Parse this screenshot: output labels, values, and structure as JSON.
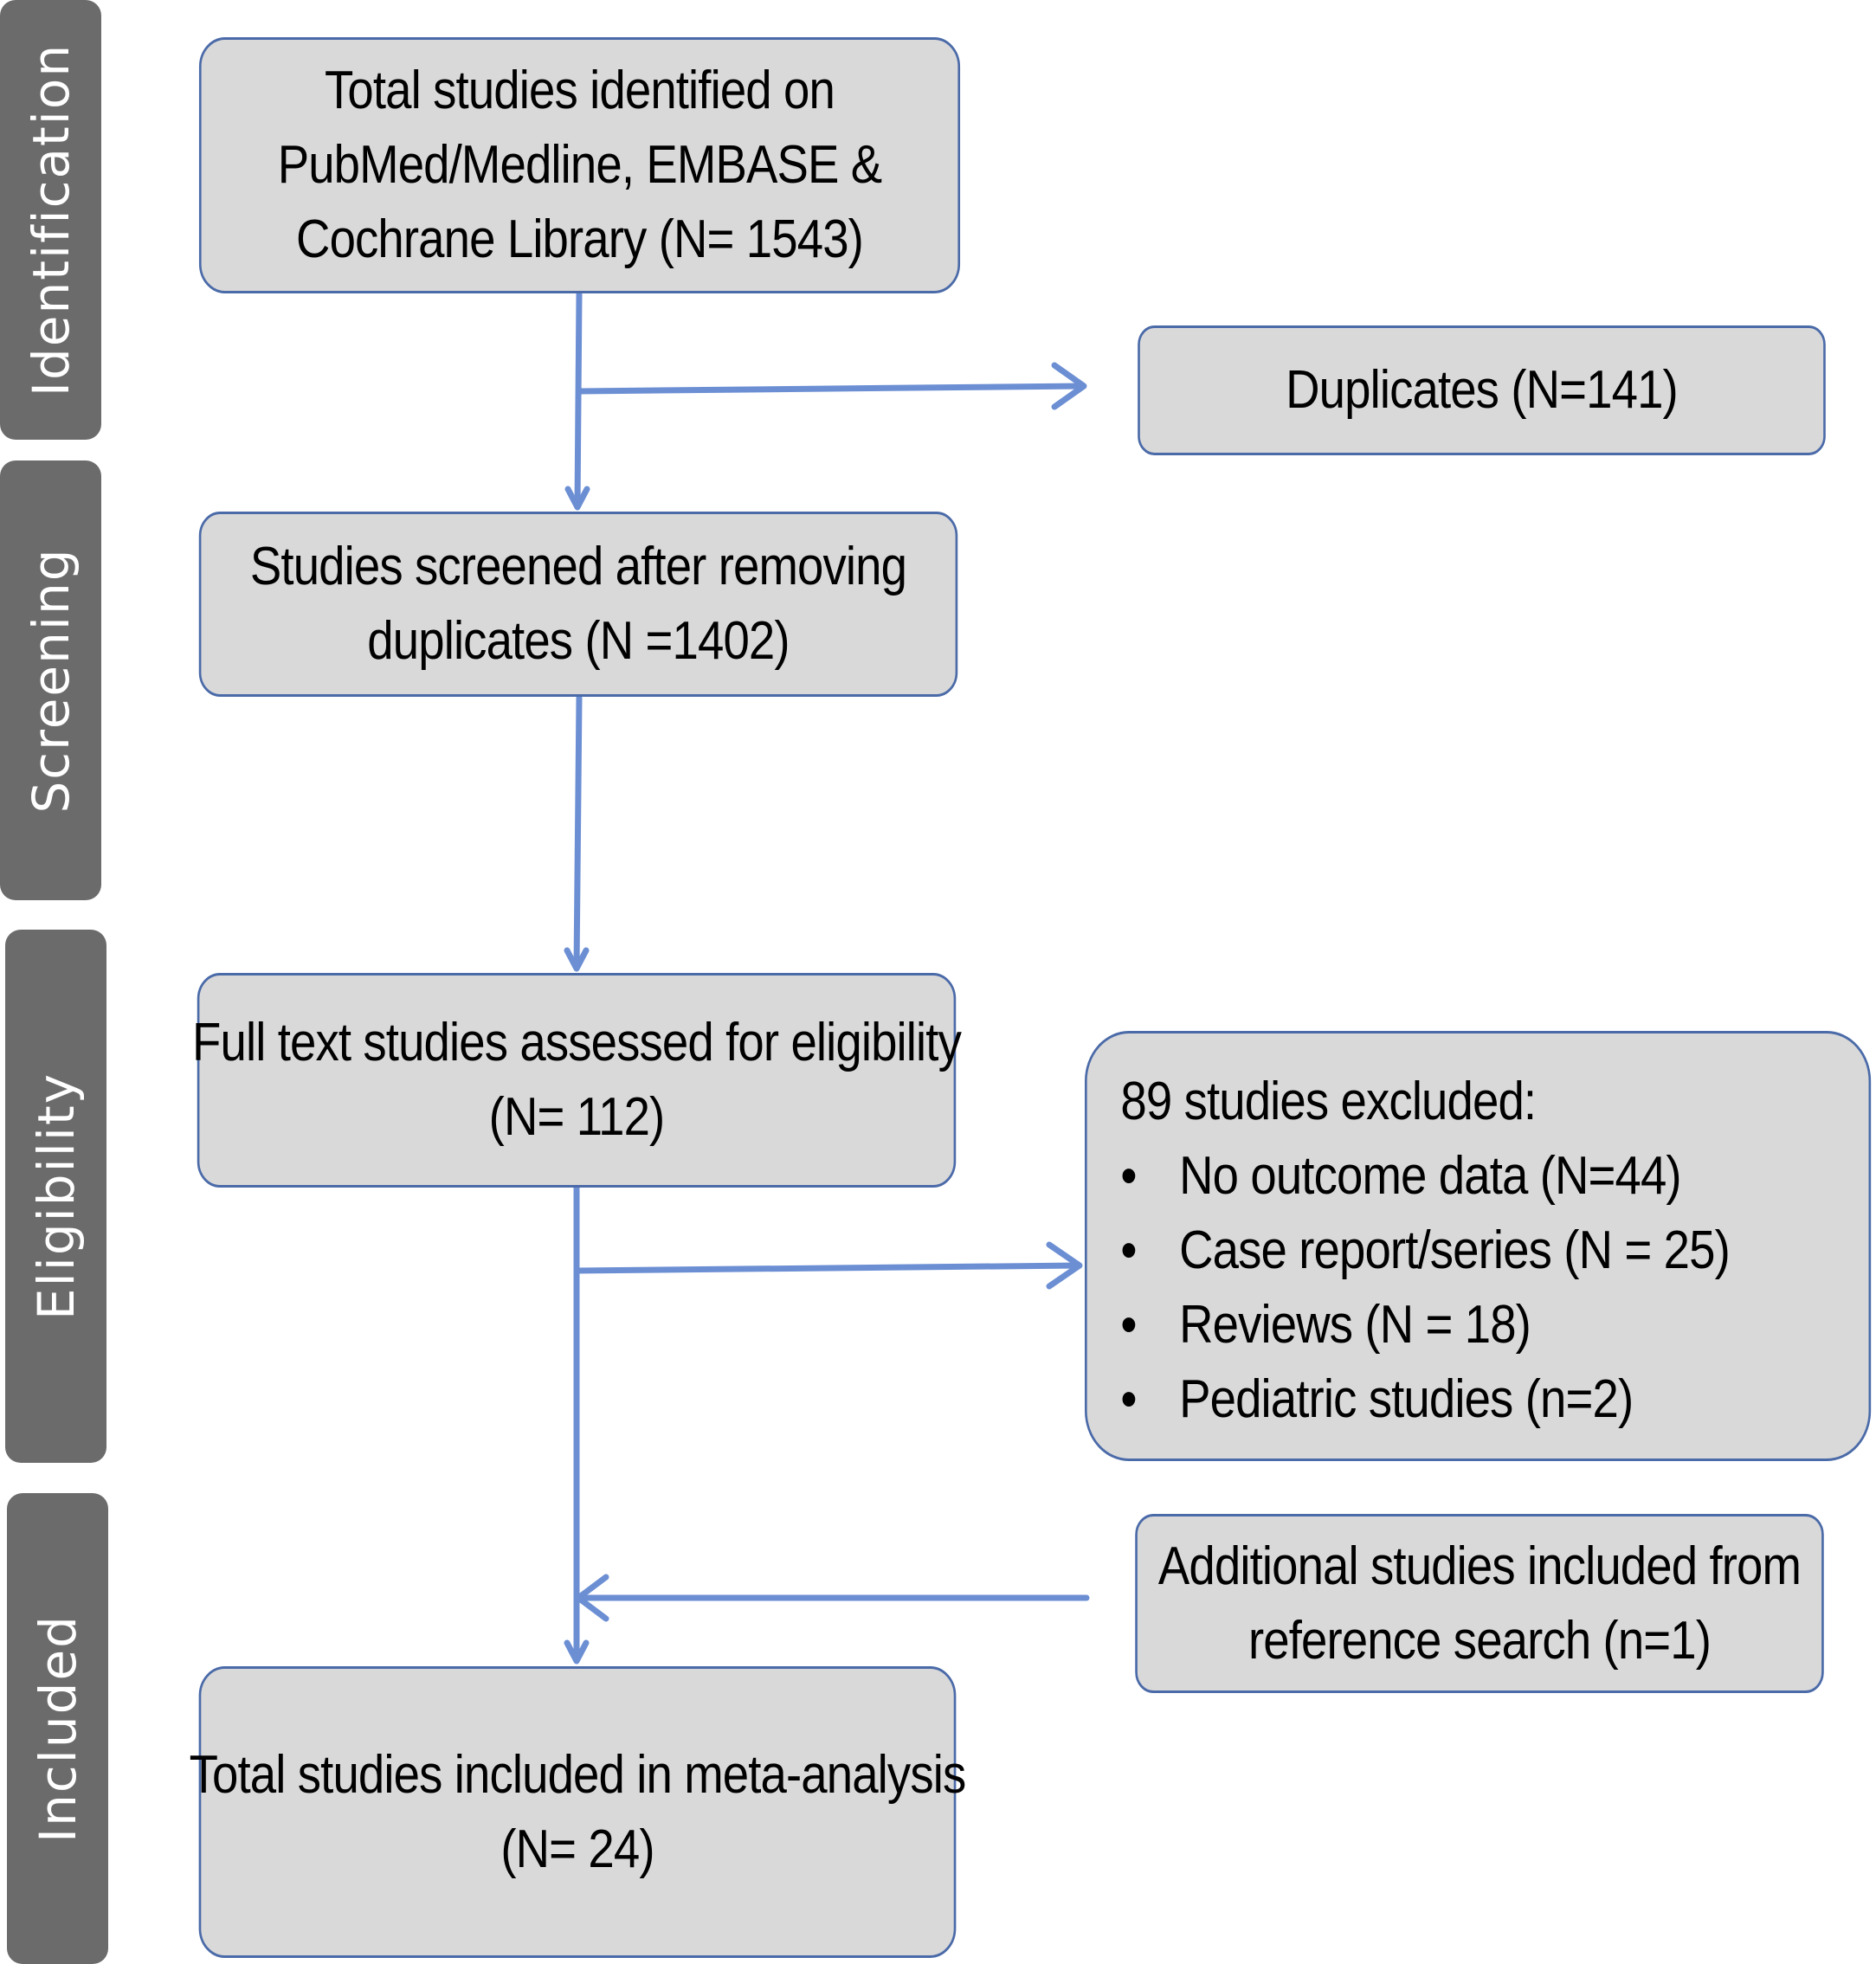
{
  "phases": [
    {
      "id": "identification",
      "label": "Identification"
    },
    {
      "id": "screening",
      "label": "Screening"
    },
    {
      "id": "eligibility",
      "label": "Eligibility"
    },
    {
      "id": "included",
      "label": "Included"
    }
  ],
  "boxes": {
    "identified": {
      "lines": [
        "Total studies identified on",
        "PubMed/Medline, EMBASE &",
        "Cochrane Library (N= 1543)"
      ]
    },
    "duplicates": {
      "lines": [
        "Duplicates (N=141)"
      ]
    },
    "screened": {
      "lines": [
        "Studies screened after removing",
        "duplicates (N =1402)"
      ]
    },
    "fulltext": {
      "lines": [
        "Full text studies assessed for eligibility",
        "(N= 112)"
      ]
    },
    "excluded": {
      "heading": "89 studies excluded:",
      "bullet": "•",
      "items": [
        "No outcome data (N=44)",
        "Case report/series (N = 25)",
        "Reviews (N = 18)",
        "Pediatric studies (n=2)"
      ]
    },
    "additional": {
      "lines": [
        "Additional studies included from",
        "reference search (n=1)"
      ]
    },
    "included": {
      "lines": [
        "Total studies included in meta-analysis",
        "(N= 24)"
      ]
    }
  },
  "colors": {
    "phase_bg": "#6b6b6b",
    "box_fill": "#d9d9d9",
    "box_border": "#4a6aa8",
    "arrow": "#6c8fd4"
  }
}
